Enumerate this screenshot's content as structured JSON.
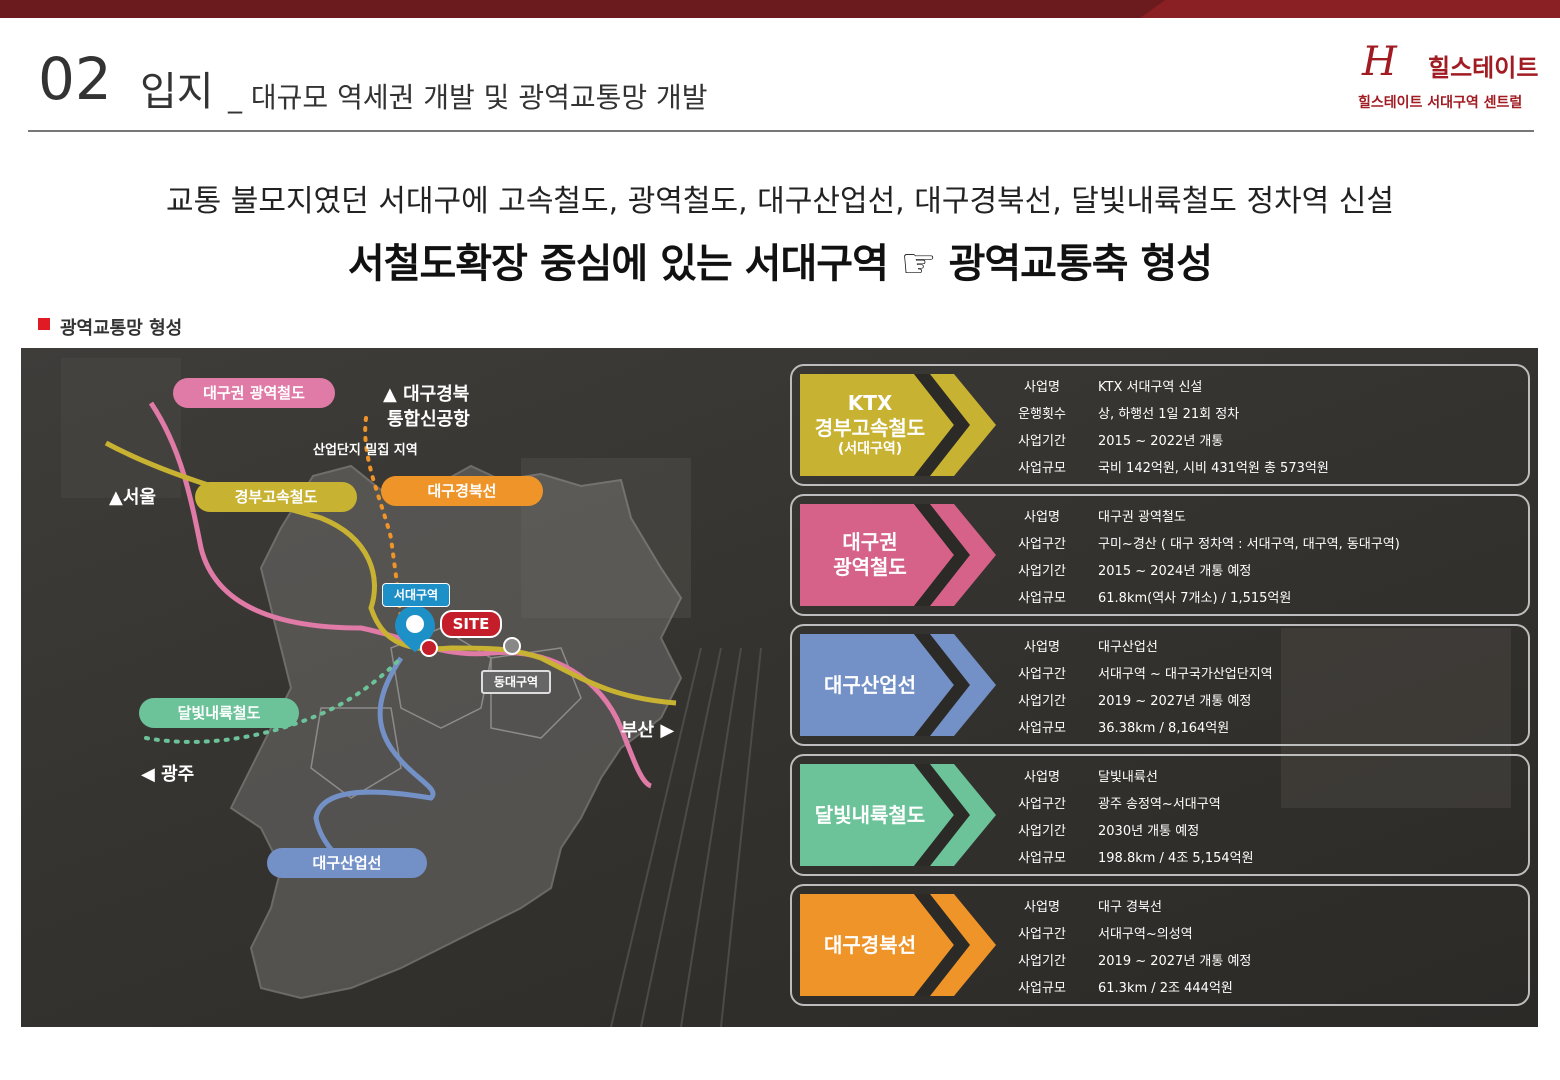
{
  "header": {
    "number": "02",
    "title": "입지",
    "subtitle": "_ 대규모 역세권 개발 및 광역교통망 개발"
  },
  "logo": {
    "mark": "H",
    "brand": "힐스테이트",
    "sub": "힐스테이트 서대구역 센트럴"
  },
  "headline": {
    "line1": "교통 불모지였던 서대구에 고속철도, 광역철도, 대구산업선, 대구경북선, 달빛내륙철도 정차역 신설",
    "line2": "서철도확장 중심에 있는 서대구역 ☞ 광역교통축 형성"
  },
  "section": {
    "title": "광역교통망 형성"
  },
  "map": {
    "labels": {
      "daegu_gwangyeok": "대구권 광역철도",
      "daegu_gyeongbuk_airport_1": "▲ 대구경북",
      "daegu_gyeongbuk_airport_2": "통합신공항",
      "industrial_zone": "산업단지 밀집 지역",
      "seoul": "▲서울",
      "gyeongbu": "경부고속철도",
      "daegu_gyeongbukseon": "대구경북선",
      "seodaegu_station": "서대구역",
      "site": "SITE",
      "dongdaegu": "동대구역",
      "dalbit": "달빛내륙철도",
      "gwangju": "◀ 광주",
      "busan": "부산 ▶",
      "daegu_sanupseon": "대구산업선"
    }
  },
  "cards": [
    {
      "name_lines": [
        "KTX",
        "경부고속철도"
      ],
      "name_small": "(서대구역)",
      "color": "#c8b232",
      "rows": [
        {
          "k": "사업명",
          "v": "KTX 서대구역 신설"
        },
        {
          "k": "운행횟수",
          "v": "상, 하행선 1일 21회 정차"
        },
        {
          "k": "사업기간",
          "v": "2015 ~ 2022년 개통"
        },
        {
          "k": "사업규모",
          "v": "국비 142억원, 시비 431억원 총 573억원"
        }
      ]
    },
    {
      "name_lines": [
        "대구권",
        "광역철도"
      ],
      "name_small": "",
      "color": "#d6628a",
      "rows": [
        {
          "k": "사업명",
          "v": "대구권 광역철도"
        },
        {
          "k": "사업구간",
          "v": "구미~경산 ( 대구 정차역 : 서대구역, 대구역, 동대구역)"
        },
        {
          "k": "사업기간",
          "v": "2015 ~ 2024년 개통 예정"
        },
        {
          "k": "사업규모",
          "v": "61.8km(역사 7개소) / 1,515억원"
        }
      ]
    },
    {
      "name_lines": [
        "대구산업선"
      ],
      "name_small": "",
      "color": "#7391c6",
      "rows": [
        {
          "k": "사업명",
          "v": "대구산업선"
        },
        {
          "k": "사업구간",
          "v": "서대구역 ~ 대구국가산업단지역"
        },
        {
          "k": "사업기간",
          "v": "2019 ~ 2027년 개통 예정"
        },
        {
          "k": "사업규모",
          "v": "36.38km / 8,164억원"
        }
      ]
    },
    {
      "name_lines": [
        "달빛내륙철도"
      ],
      "name_small": "",
      "color": "#6cc39a",
      "rows": [
        {
          "k": "사업명",
          "v": "달빛내륙선"
        },
        {
          "k": "사업구간",
          "v": "광주 송정역~서대구역"
        },
        {
          "k": "사업기간",
          "v": "2030년 개통 예정"
        },
        {
          "k": "사업규모",
          "v": "198.8km / 4조 5,154억원"
        }
      ]
    },
    {
      "name_lines": [
        "대구경북선"
      ],
      "name_small": "",
      "color": "#ee9428",
      "rows": [
        {
          "k": "사업명",
          "v": "대구 경북선"
        },
        {
          "k": "사업구간",
          "v": "서대구역~의성역"
        },
        {
          "k": "사업기간",
          "v": "2019 ~ 2027년 개통 예정"
        },
        {
          "k": "사업규모",
          "v": "61.3km / 2조 444억원"
        }
      ]
    }
  ]
}
